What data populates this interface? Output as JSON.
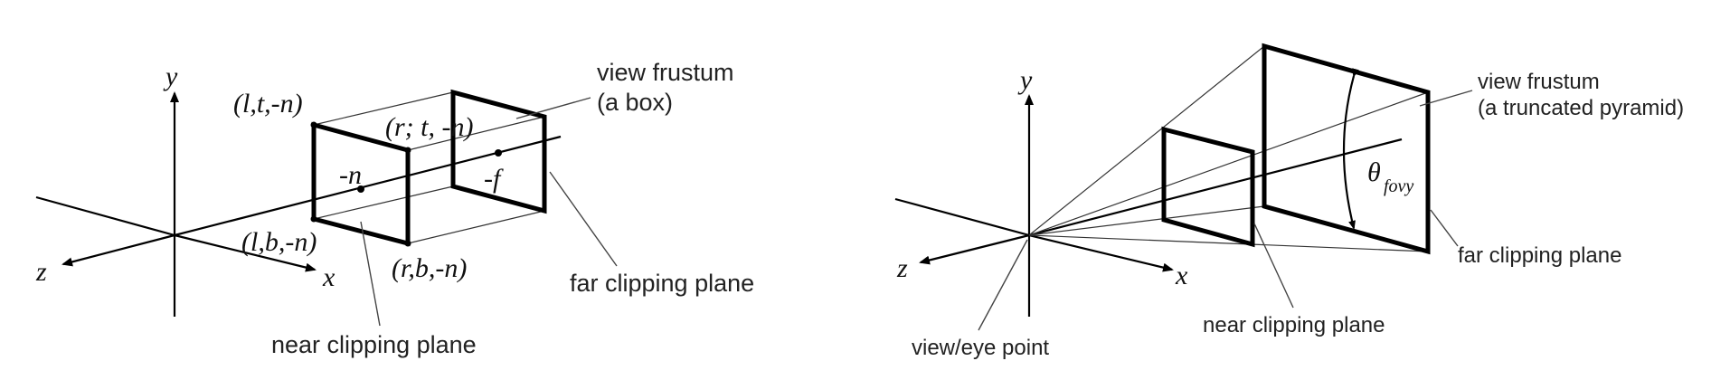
{
  "left_diagram": {
    "axis_y": "y",
    "axis_x": "x",
    "axis_z": "z",
    "corner_ltn": "(l,t,-n)",
    "corner_rtn": "(r;  t, -n)",
    "corner_lbn": "(l,b,-n)",
    "corner_rbn": "(r,b,-n)",
    "near_value": "-n",
    "far_value": "-f",
    "frustum_label_1": "view frustum",
    "frustum_label_2": "(a box)",
    "far_plane_label": "far clipping plane",
    "near_plane_label": "near clipping plane"
  },
  "right_diagram": {
    "axis_y": "y",
    "axis_x": "x",
    "axis_z": "z",
    "theta": "θ",
    "theta_sub": "fovy",
    "frustum_label_1": "view frustum",
    "frustum_label_2": "(a truncated pyramid)",
    "far_plane_label": "far clipping plane",
    "near_plane_label": "near clipping plane",
    "eye_label": "view/eye point"
  },
  "colors": {
    "stroke": "#000000",
    "text": "#222222",
    "background": "#ffffff"
  }
}
